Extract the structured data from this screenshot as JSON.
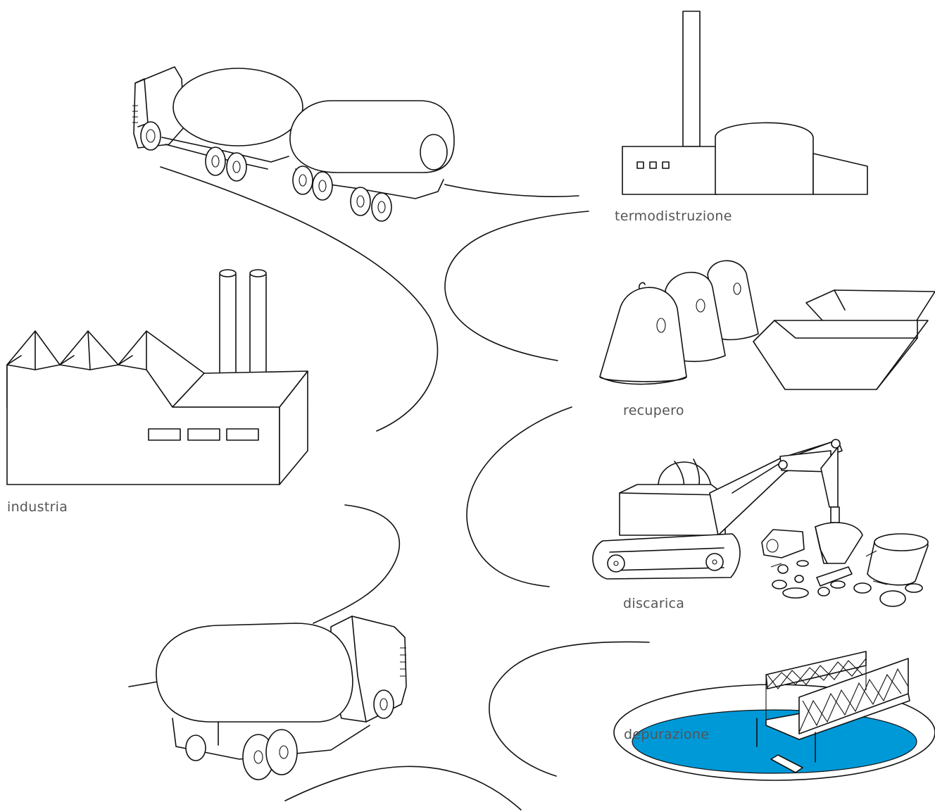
{
  "labels": {
    "termodistruzione": "termodistruzione",
    "recupero": "recupero",
    "industria": "industria",
    "discarica": "discarica",
    "depurazione": "depurazione"
  },
  "colors": {
    "water": "#0099d8",
    "line": "#111111",
    "label": "#555555"
  }
}
